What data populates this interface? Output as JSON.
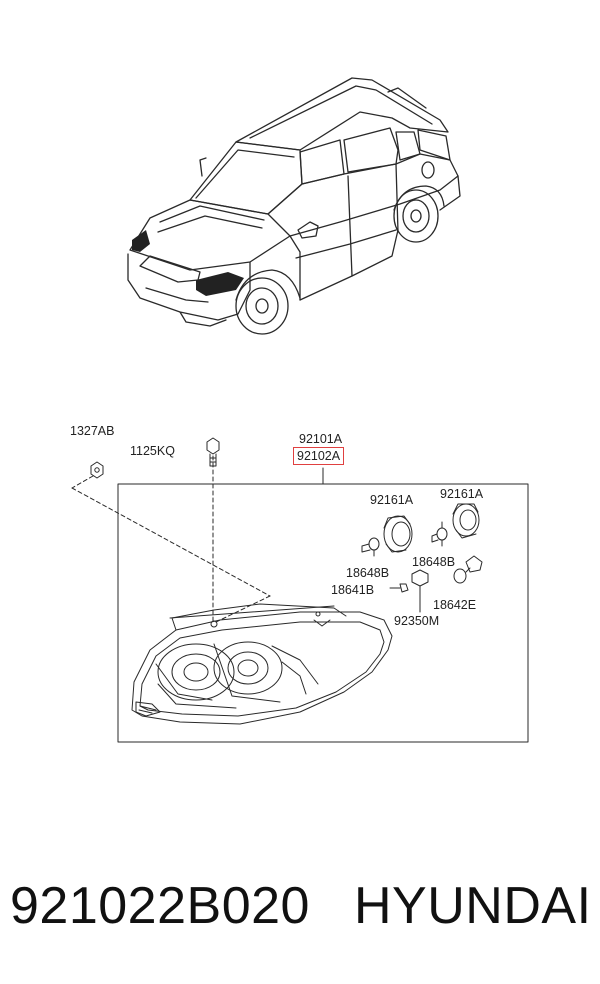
{
  "labels": {
    "nut": "1327AB",
    "bolt": "1125KQ",
    "assembly_lh": "92101A",
    "assembly_rh": "92102A",
    "socket_left": "92161A",
    "socket_right": "92161A",
    "bulb_left": "18648B",
    "bulb_right": "18648B",
    "bulb_small": "18641B",
    "side_bulb": "18642E",
    "socket_wire": "92350M"
  },
  "footer": {
    "part_number": "921022B020",
    "brand": "HYUNDAI"
  },
  "colors": {
    "line": "#2a2a2a",
    "highlight": "#e04040"
  }
}
